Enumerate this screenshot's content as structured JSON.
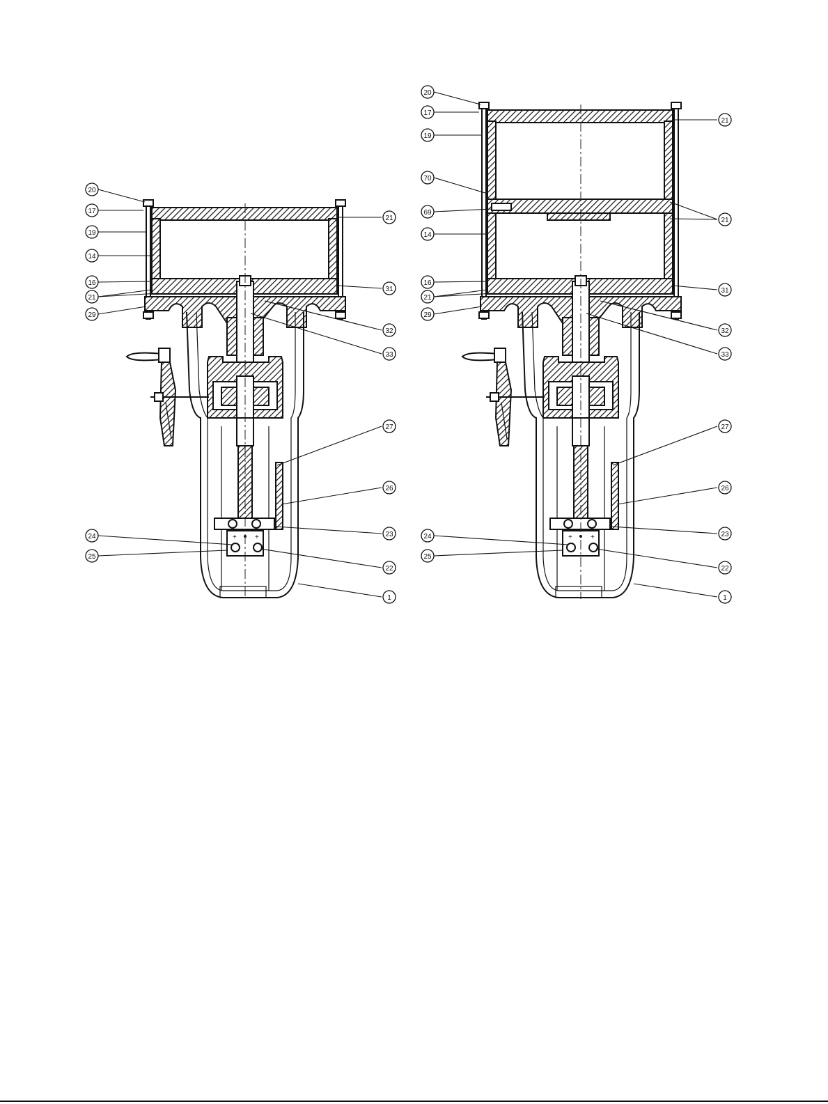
{
  "diagrams": [
    {
      "id": "single-cylinder-actuator",
      "callouts": [
        "20",
        "17",
        "19",
        "14",
        "16",
        "21",
        "29",
        "21",
        "31",
        "32",
        "33",
        "27",
        "26",
        "23",
        "24",
        "25",
        "22",
        "1"
      ]
    },
    {
      "id": "double-cylinder-actuator",
      "callouts": [
        "20",
        "17",
        "19",
        "70",
        "69",
        "14",
        "16",
        "21",
        "29",
        "21",
        "21",
        "31",
        "32",
        "33",
        "27",
        "26",
        "23",
        "24",
        "25",
        "22",
        "1"
      ]
    }
  ],
  "footer_text": "",
  "colors": {
    "line": "#111111",
    "background": "#ffffff"
  }
}
